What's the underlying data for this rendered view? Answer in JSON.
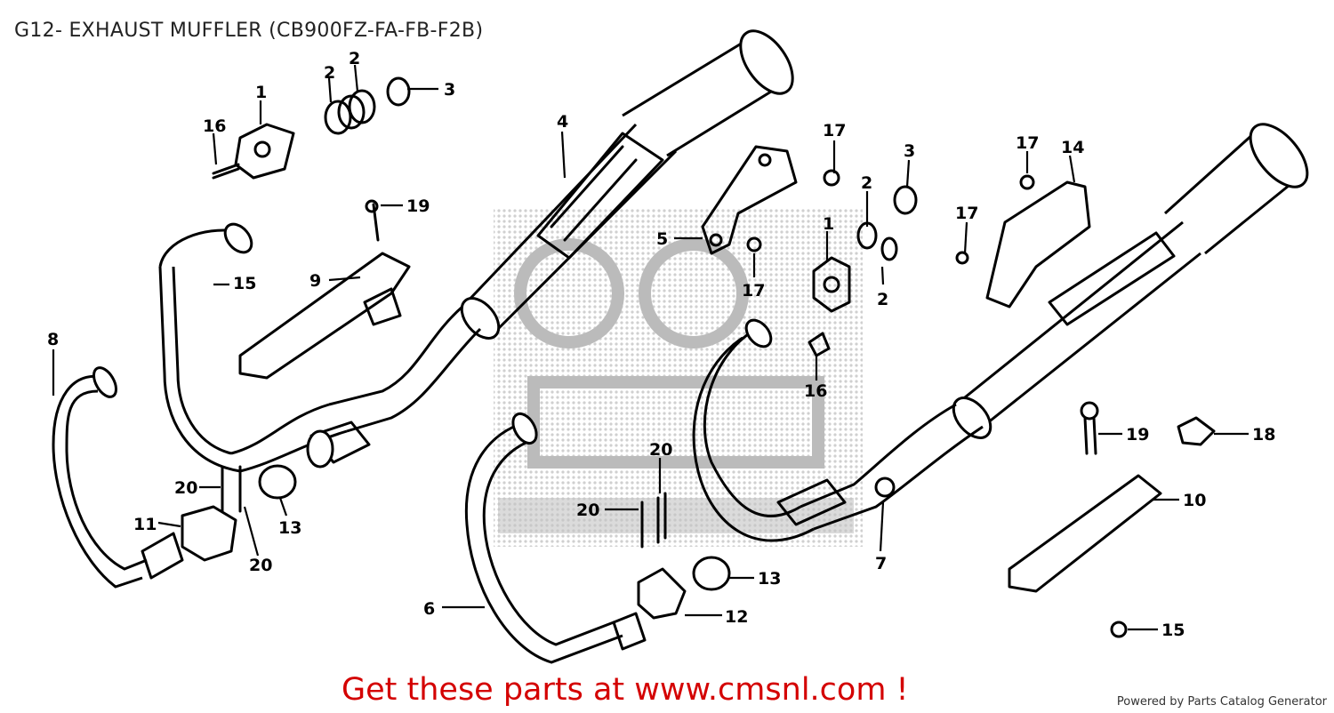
{
  "title": "G12- EXHAUST MUFFLER (CB900FZ-FA-FB-F2B)",
  "cta": "Get these parts at www.cmsnl.com !",
  "powered_by": "Powered by Parts Catalog Generator",
  "colors": {
    "cta": "#d40000",
    "lines": "#000000",
    "watermark": "#9a9a9a"
  },
  "callouts": [
    {
      "id": "c1a",
      "text": "1"
    },
    {
      "id": "c2a",
      "text": "2"
    },
    {
      "id": "c2b",
      "text": "2"
    },
    {
      "id": "c3a",
      "text": "3"
    },
    {
      "id": "c16a",
      "text": "16"
    },
    {
      "id": "c4",
      "text": "4"
    },
    {
      "id": "c19a",
      "text": "19"
    },
    {
      "id": "c15a",
      "text": "15"
    },
    {
      "id": "c9",
      "text": "9"
    },
    {
      "id": "c8",
      "text": "8"
    },
    {
      "id": "c20a",
      "text": "20"
    },
    {
      "id": "c11",
      "text": "11"
    },
    {
      "id": "c13a",
      "text": "13"
    },
    {
      "id": "c20b",
      "text": "20"
    },
    {
      "id": "c5",
      "text": "5"
    },
    {
      "id": "c17a",
      "text": "17"
    },
    {
      "id": "c3b",
      "text": "3"
    },
    {
      "id": "c2c",
      "text": "2"
    },
    {
      "id": "c1b",
      "text": "1"
    },
    {
      "id": "c17b",
      "text": "17"
    },
    {
      "id": "c2d",
      "text": "2"
    },
    {
      "id": "c16b",
      "text": "16"
    },
    {
      "id": "c17c",
      "text": "17"
    },
    {
      "id": "c14",
      "text": "14"
    },
    {
      "id": "c17d",
      "text": "17"
    },
    {
      "id": "c20c",
      "text": "20"
    },
    {
      "id": "c20d",
      "text": "20"
    },
    {
      "id": "c13b",
      "text": "13"
    },
    {
      "id": "c12",
      "text": "12"
    },
    {
      "id": "c6",
      "text": "6"
    },
    {
      "id": "c7",
      "text": "7"
    },
    {
      "id": "c19b",
      "text": "19"
    },
    {
      "id": "c18",
      "text": "18"
    },
    {
      "id": "c10",
      "text": "10"
    },
    {
      "id": "c15b",
      "text": "15"
    }
  ]
}
